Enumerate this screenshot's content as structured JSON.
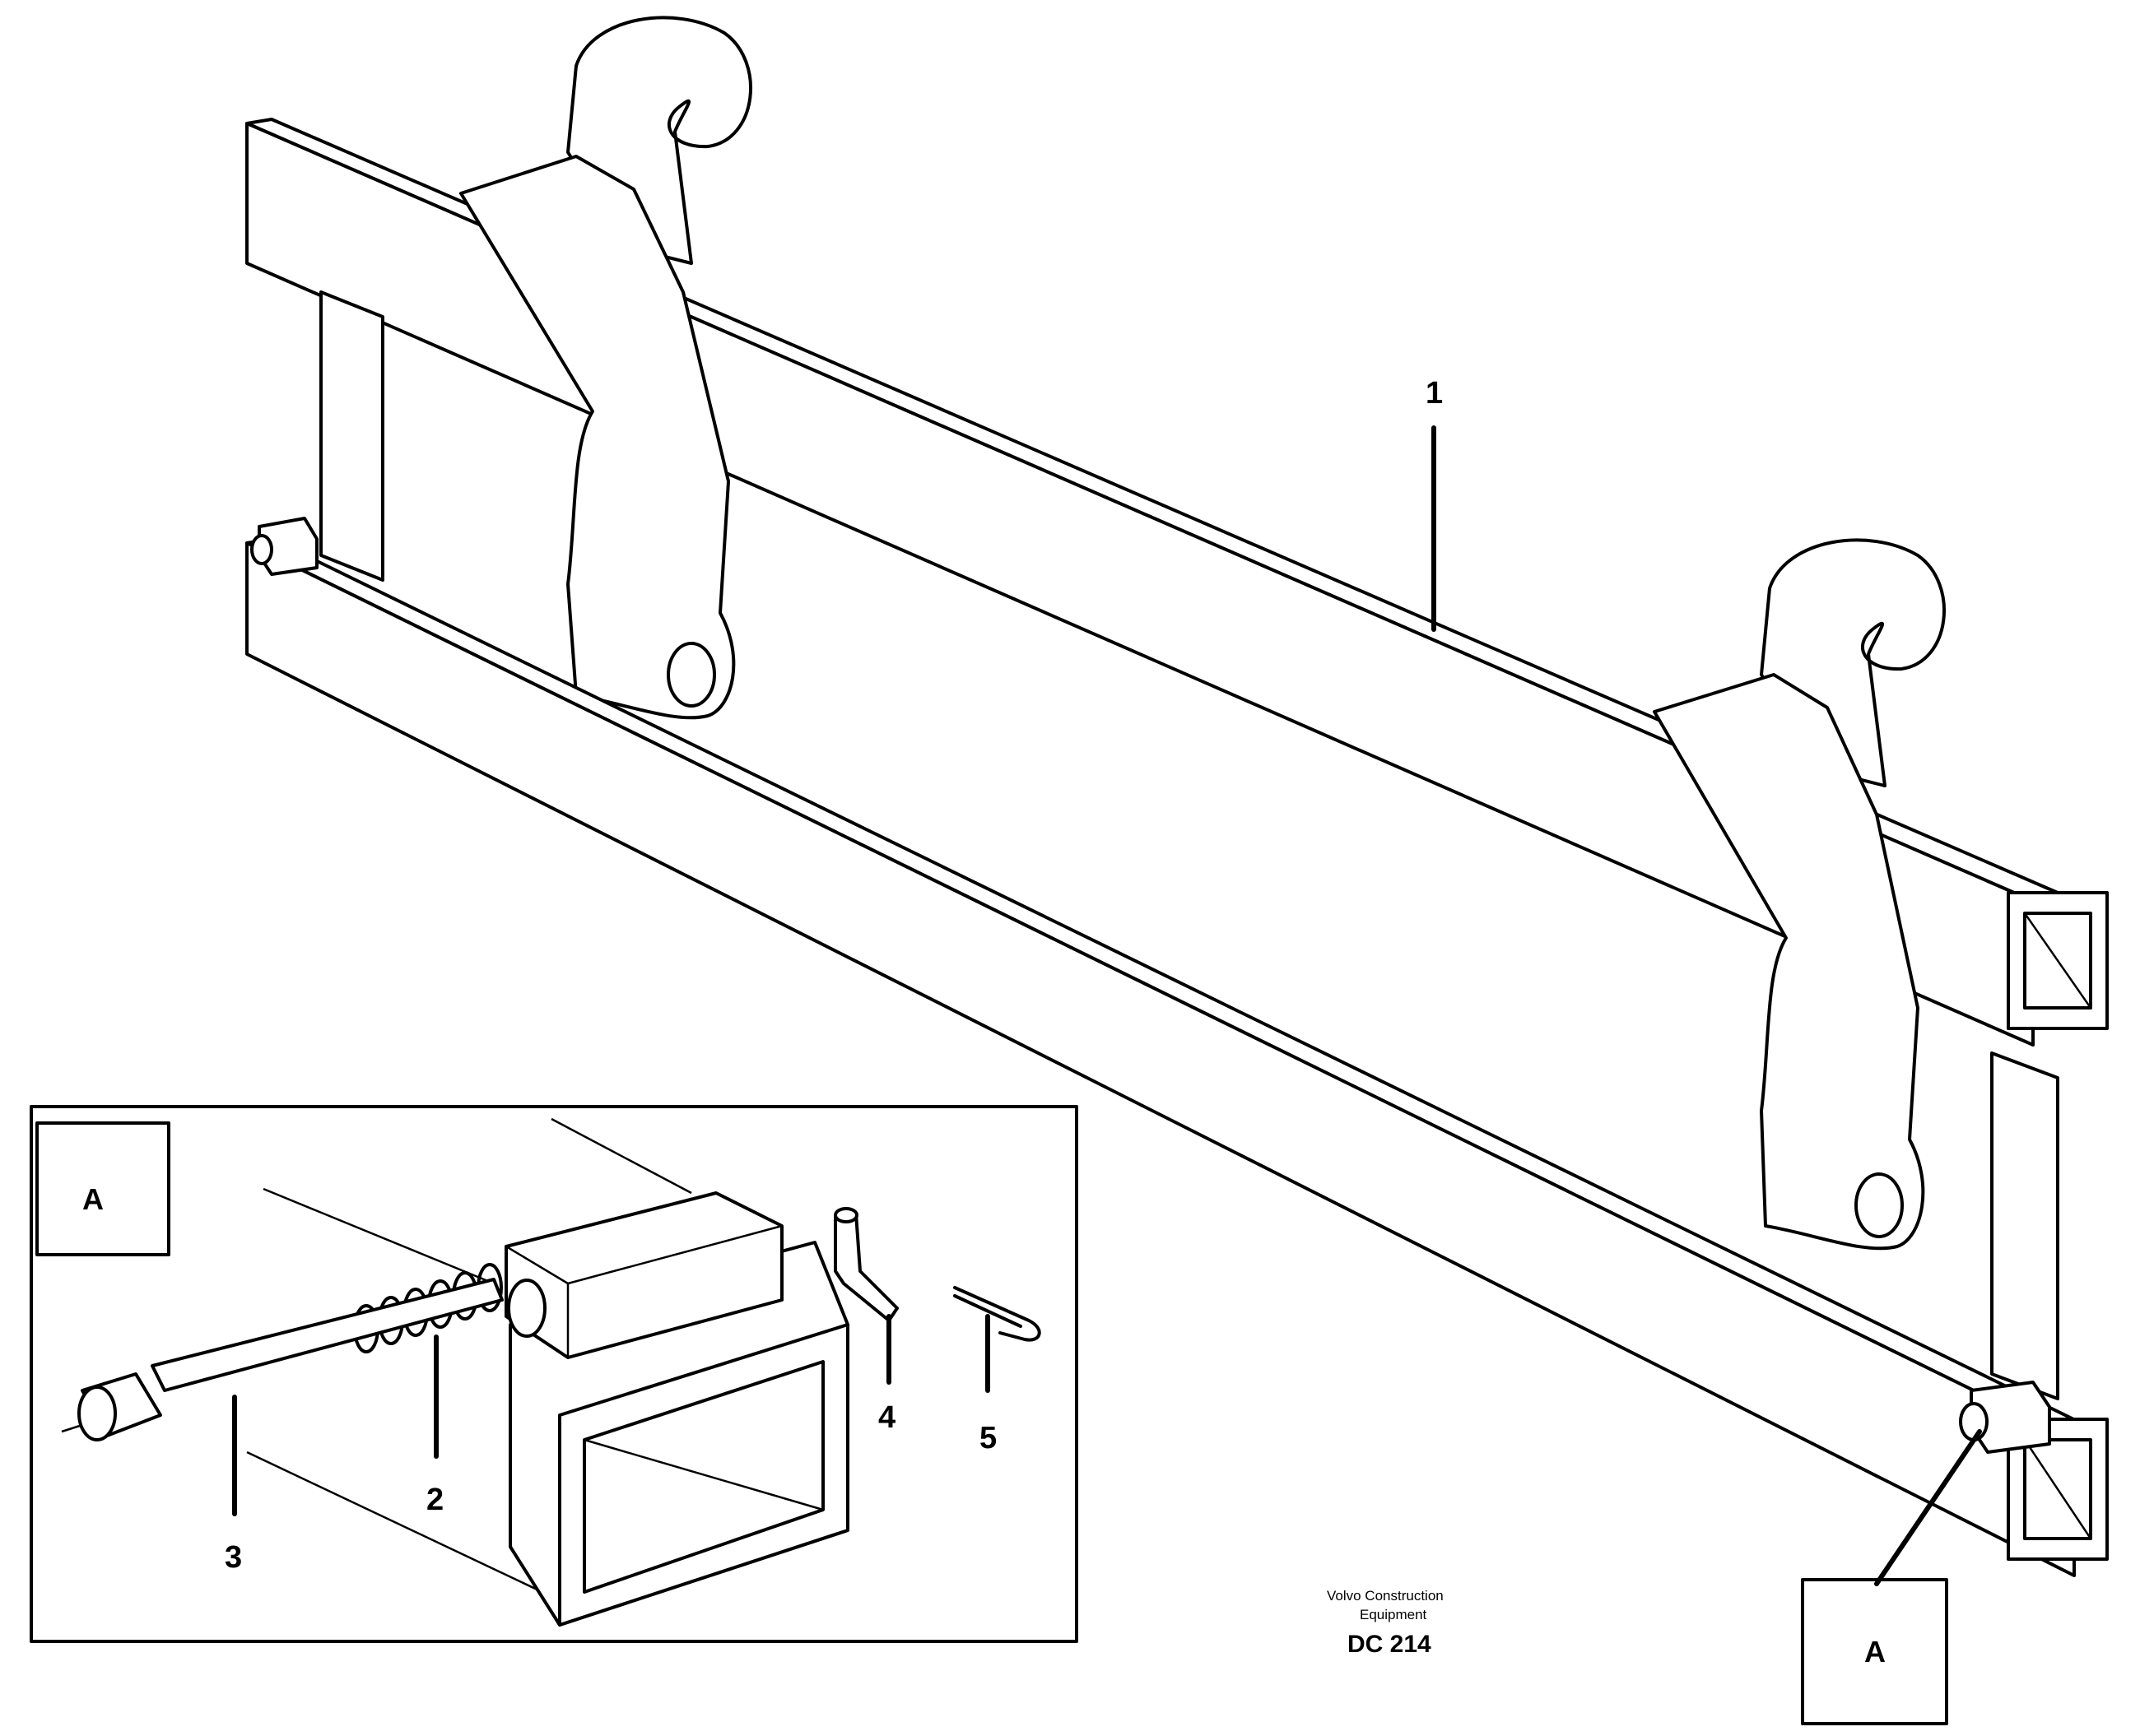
{
  "callouts": {
    "c1": "1",
    "c2": "2",
    "c3": "3",
    "c4": "4",
    "c5": "5"
  },
  "detail_label": "A",
  "reference_label": "A",
  "credit": {
    "line1": "Volvo Construction",
    "line2": "Equipment"
  },
  "drawing_code": "DC 214"
}
